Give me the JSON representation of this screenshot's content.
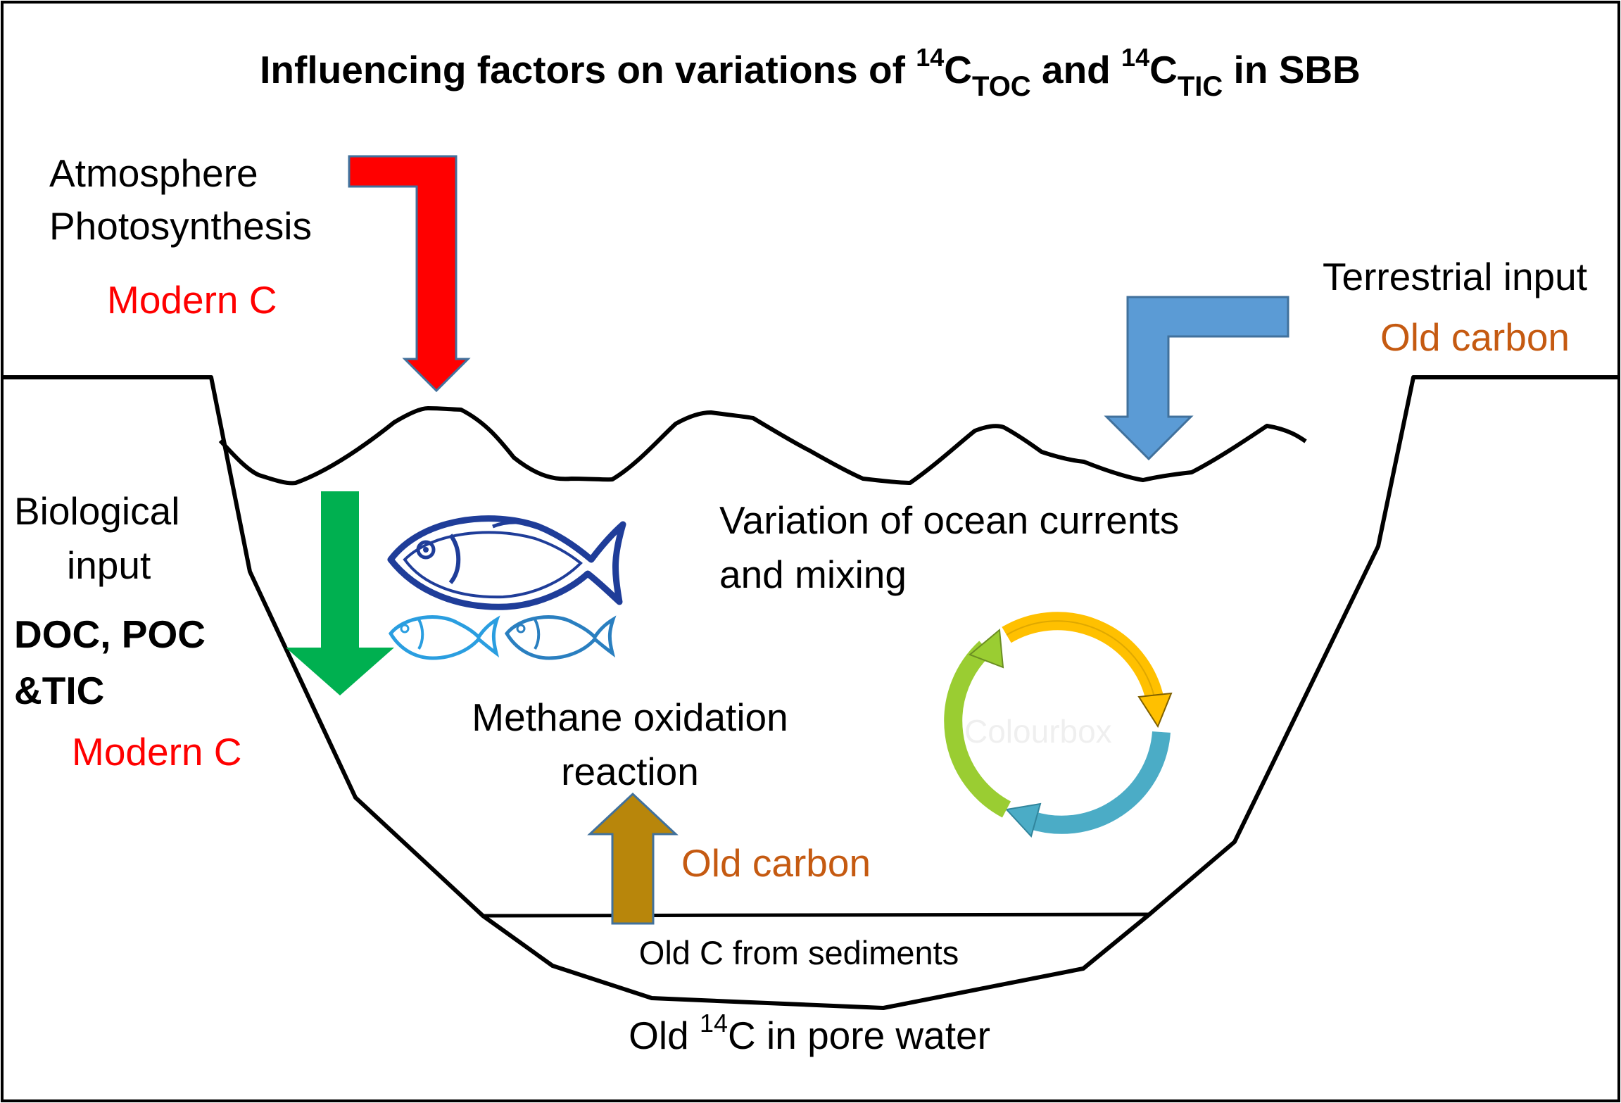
{
  "title": {
    "prefix": "Influencing factors on variations of ",
    "sup1": "14",
    "c1": "C",
    "sub1": "TOC",
    "mid": " and ",
    "sup2": "14",
    "c2": "C",
    "sub2": "TIC",
    "suffix": " in SBB"
  },
  "atmosphere": {
    "line1": "Atmosphere",
    "line2": "Photosynthesis",
    "carbon": "Modern C"
  },
  "terrestrial": {
    "line1": "Terrestrial input",
    "carbon": "Old carbon"
  },
  "biological": {
    "line1": "Biological",
    "line2": "input",
    "line3": "DOC, POC",
    "line4": "&TIC",
    "carbon": "Modern C"
  },
  "currents": {
    "line1": "Variation of ocean currents",
    "line2": "and mixing",
    "watermark": "Colourbox"
  },
  "methane": {
    "line1": "Methane oxidation",
    "line2": "reaction",
    "carbon": "Old carbon"
  },
  "sediments": {
    "label": "Old C from sediments"
  },
  "porewater": {
    "prefix": "Old ",
    "sup": "14",
    "suffix": "C in pore water"
  },
  "colors": {
    "modern": "#ff0000",
    "old": "#c55a11",
    "atmosphere_arrow": "#ff0000",
    "terrestrial_arrow": "#5b9bd5",
    "biological_arrow": "#00b050",
    "methane_arrow": "#b8860b",
    "fish_large": "#1f3d99",
    "fish_small": "#2a9ee0",
    "cycle_green": "#9acd32",
    "cycle_yellow": "#ffc000",
    "cycle_teal": "#4bacc6"
  }
}
